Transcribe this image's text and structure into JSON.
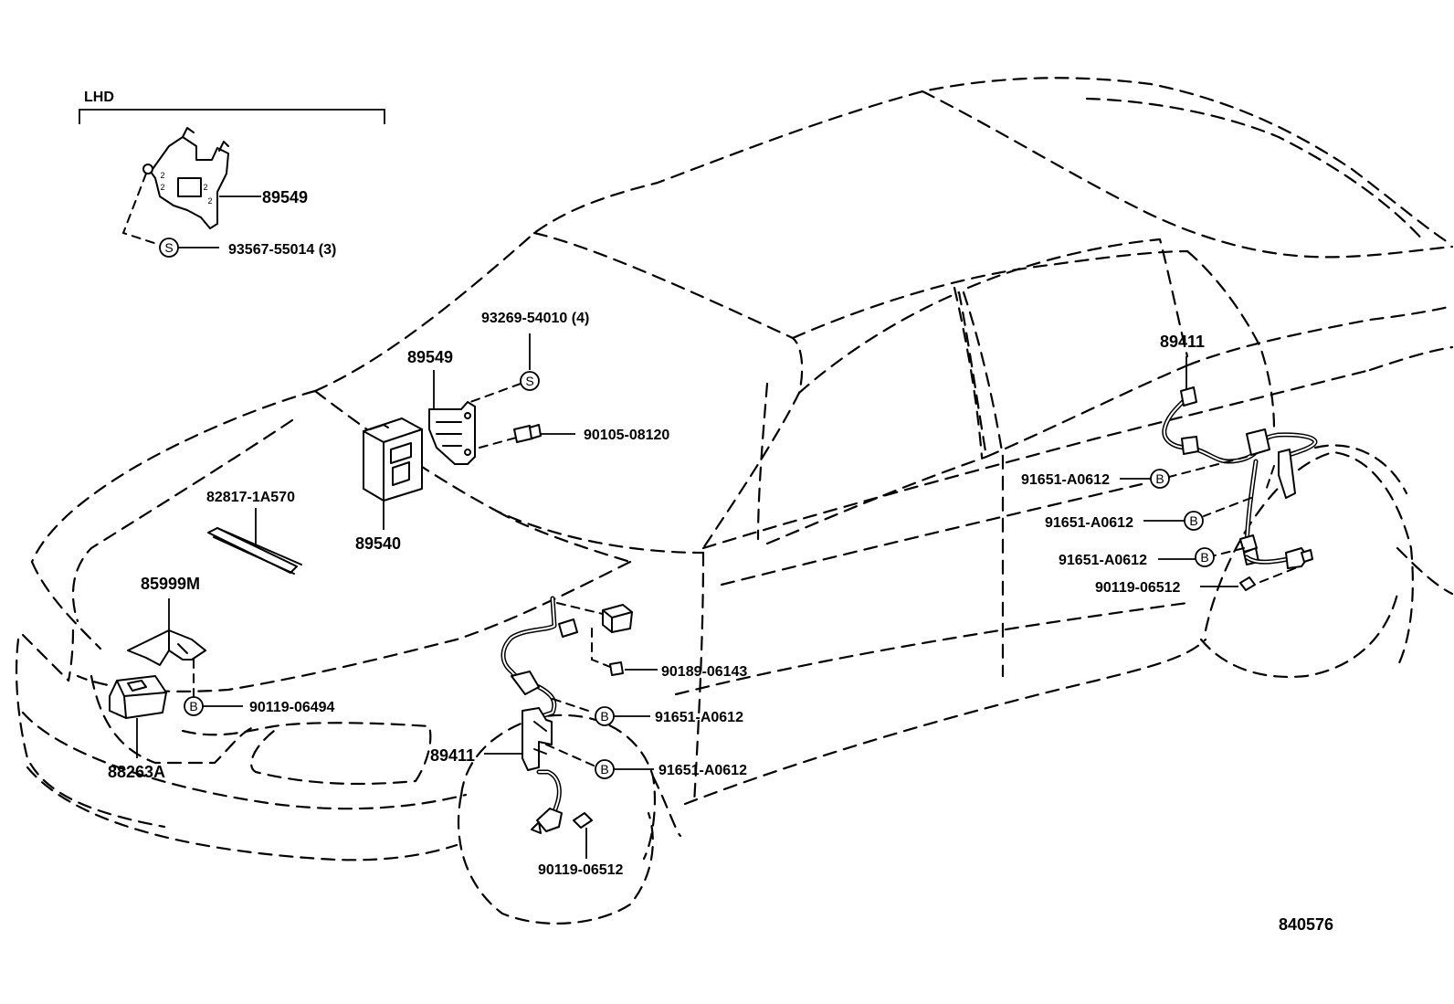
{
  "diagram": {
    "section_label": "LHD",
    "figure_number": "840576",
    "parts": {
      "bracket_lhd": "89549",
      "screw_lhd": "93567-55014 (3)",
      "screw_bracket": "93269-54010 (4)",
      "bracket_main": "89549",
      "bolt_bracket": "90105-08120",
      "ecu": "89540",
      "seal_strip": "82817-1A570",
      "relay_bracket": "85999M",
      "bolt_relay": "90119-06494",
      "relay": "88263A",
      "bolt_front_connector": "90189-06143",
      "clamp_front_1": "91651-A0612",
      "front_sensor": "89411",
      "clamp_front_2": "91651-A0612",
      "bolt_front_sensor": "90119-06512",
      "rear_sensor": "89411",
      "clamp_rear_1": "91651-A0612",
      "clamp_rear_2": "91651-A0612",
      "clamp_rear_3": "91651-A0612",
      "bolt_rear_sensor": "90119-06512"
    },
    "symbols": {
      "screw": "S",
      "bolt": "B"
    }
  }
}
